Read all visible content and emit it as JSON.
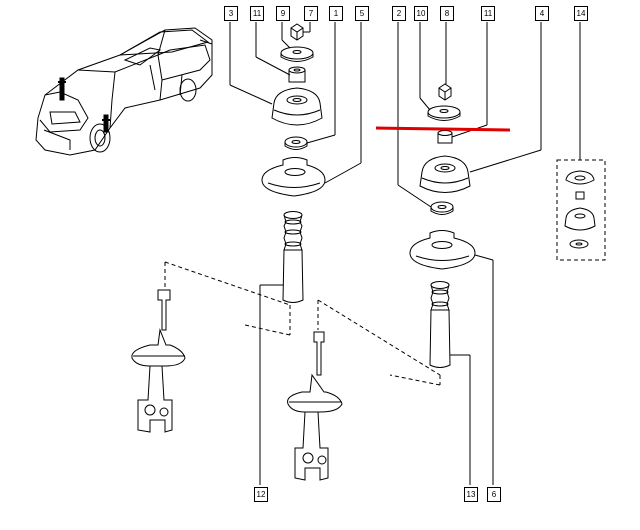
{
  "diagram": {
    "callouts": [
      {
        "id": "c3",
        "label": "3"
      },
      {
        "id": "c11a",
        "label": "11"
      },
      {
        "id": "c9",
        "label": "9"
      },
      {
        "id": "c7",
        "label": "7"
      },
      {
        "id": "c1",
        "label": "1"
      },
      {
        "id": "c5",
        "label": "5"
      },
      {
        "id": "c2",
        "label": "2"
      },
      {
        "id": "c10",
        "label": "10"
      },
      {
        "id": "c8",
        "label": "8"
      },
      {
        "id": "c11b",
        "label": "11"
      },
      {
        "id": "c4",
        "label": "4"
      },
      {
        "id": "c14",
        "label": "14"
      },
      {
        "id": "c12",
        "label": "12"
      },
      {
        "id": "c13",
        "label": "13"
      },
      {
        "id": "c6",
        "label": "6"
      }
    ],
    "colors": {
      "line": "#000000",
      "highlight": "#e00000",
      "background": "#ffffff"
    }
  }
}
